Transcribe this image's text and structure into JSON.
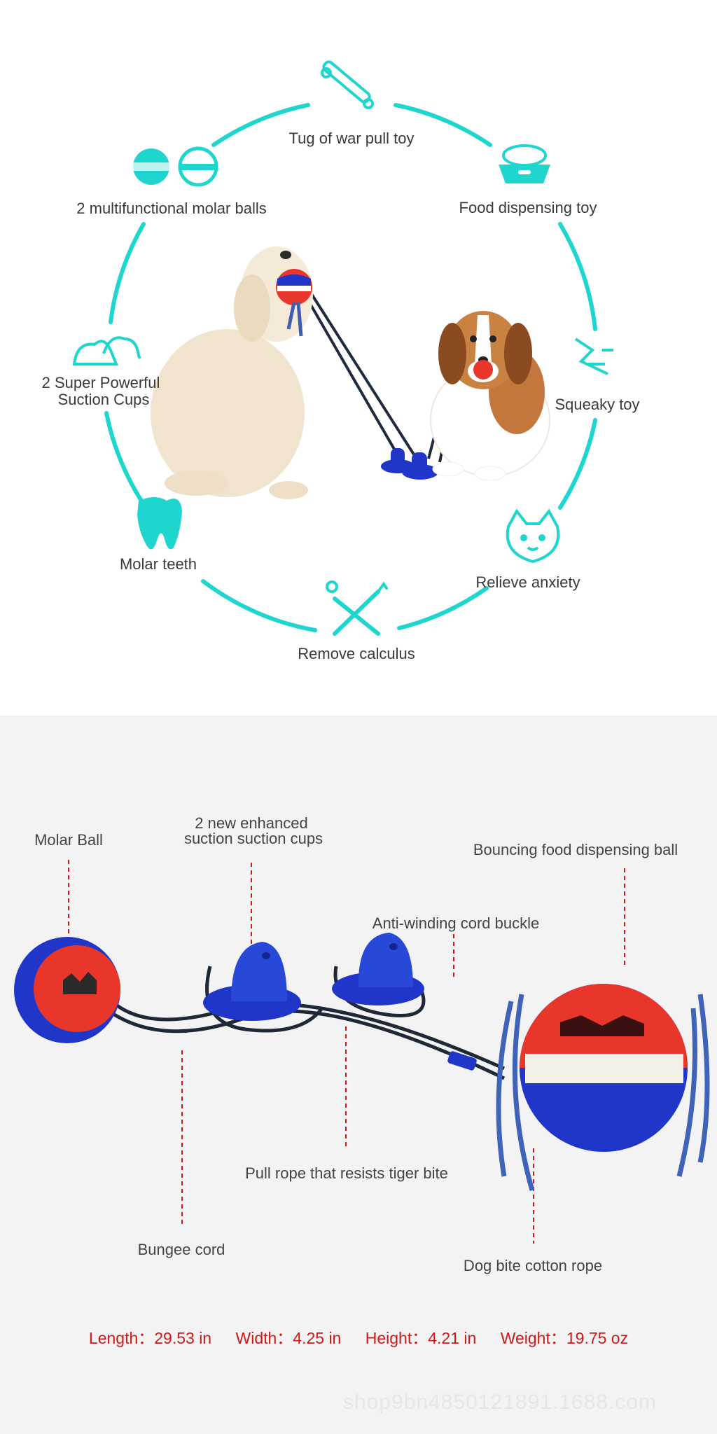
{
  "features": {
    "tug": "Tug of war pull toy",
    "food": "Food dispensing toy",
    "molar_balls": "2 multifunctional molar balls",
    "suction_line1": "2 Super Powerful",
    "suction_line2": "Suction Cups",
    "squeaky": "Squeaky toy",
    "molar_teeth": "Molar teeth",
    "anxiety": "Relieve anxiety",
    "calculus": "Remove calculus"
  },
  "callouts": {
    "molar_ball": "Molar Ball",
    "cups_line1": "2 new enhanced",
    "cups_line2": "suction suction cups",
    "bouncing": "Bouncing food dispensing ball",
    "buckle": "Anti-winding cord buckle",
    "pull_rope": "Pull rope that resists tiger bite",
    "bungee": "Bungee cord",
    "cotton_rope": "Dog bite cotton rope"
  },
  "specs": {
    "length": "Length：29.53 in",
    "width": "Width：4.25 in",
    "height": "Height：4.21 in",
    "weight": "Weight：19.75 oz"
  },
  "watermark": "shop9bn4850121891.1688.com",
  "colors": {
    "accent": "#1fd6cf",
    "callout_line": "#d01818",
    "red": "#e8372a",
    "blue": "#2036c8"
  }
}
